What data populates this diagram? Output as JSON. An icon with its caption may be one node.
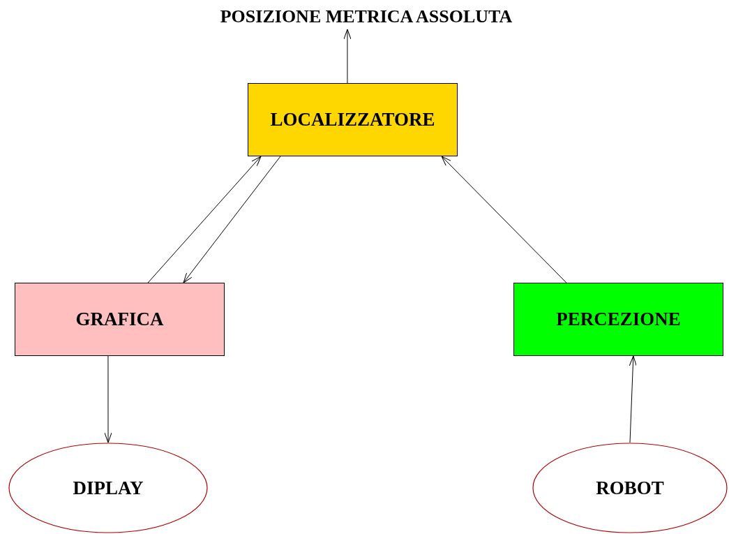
{
  "diagram": {
    "nodes": [
      {
        "text": [
          "POSIZIONE METRICA ASSOLUTA"
        ]
      },
      {
        "text": [
          "LOCALIZZATORE"
        ]
      },
      {
        "text": [
          "GRAFICA"
        ]
      },
      {
        "text": [
          "PERCEZIONE"
        ]
      },
      {
        "text": [
          "DIPLAY"
        ]
      },
      {
        "text": [
          "ROBOT"
        ]
      }
    ],
    "edges": [
      {
        "from": 1,
        "to": 0,
        "arrow": "to"
      },
      {
        "from": 2,
        "to": 1,
        "arrow": "to"
      },
      {
        "from": 1,
        "to": 2,
        "arrow": "to"
      },
      {
        "from": 3,
        "to": 1,
        "arrow": "to"
      },
      {
        "from": 2,
        "to": 4,
        "arrow": "to"
      },
      {
        "from": 5,
        "to": 3,
        "arrow": "to"
      }
    ]
  }
}
